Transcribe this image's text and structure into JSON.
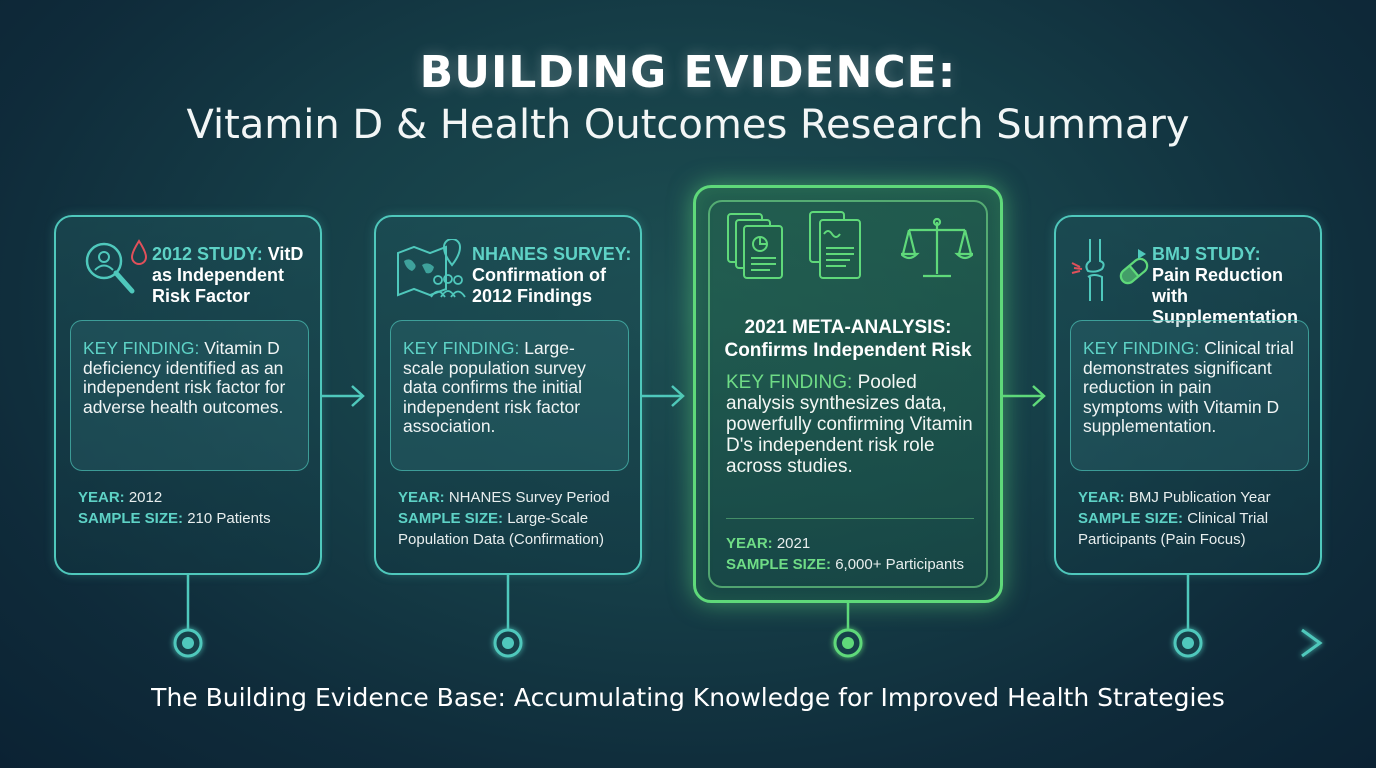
{
  "title": {
    "main": "BUILDING EVIDENCE:",
    "sub": "Vitamin D & Health Outcomes Research Summary"
  },
  "cards": [
    {
      "head_accent": "2012 STUDY:",
      "head_accent2": "VitD",
      "head_rest": "as Independent Risk Factor",
      "finding_label": "KEY FINDING:",
      "finding_text": "Vitamin D deficiency identified as an independent risk factor for adverse health outcomes.",
      "year_label": "YEAR:",
      "year": "2012",
      "sample_label": "SAMPLE SIZE:",
      "sample": "210 Patients"
    },
    {
      "head_accent": "NHANES SURVEY:",
      "head_rest": "Confirmation of 2012 Findings",
      "finding_label": "KEY FINDING:",
      "finding_text": "Large-scale population survey data confirms the initial independent risk factor association.",
      "year_label": "YEAR:",
      "year": "NHANES Survey Period",
      "sample_label": "SAMPLE SIZE:",
      "sample": "Large-Scale Population Data (Confirmation)"
    },
    {
      "head_line1": "2021 META-ANALYSIS:",
      "head_line2": "Confirms Independent Risk",
      "finding_label": "KEY FINDING:",
      "finding_text": "Pooled analysis synthesizes data, powerfully confirming Vitamin D's independent risk role across studies.",
      "year_label": "YEAR:",
      "year": "2021",
      "sample_label": "SAMPLE SIZE:",
      "sample": "6,000+ Participants"
    },
    {
      "head_accent": "BMJ STUDY:",
      "head_rest": "Pain Reduction with Supplementation",
      "finding_label": "KEY FINDING:",
      "finding_text": "Clinical trial demonstrates significant reduction in pain symptoms with Vitamin D supplementation.",
      "year_label": "YEAR:",
      "year": "BMJ Publication Year",
      "sample_label": "SAMPLE SIZE:",
      "sample": "Clinical Trial Participants (Pain Focus)"
    }
  ],
  "footer": "The Building Evidence Base: Accumulating Knowledge for Improved Health Strategies",
  "colors": {
    "teal": "#4fc8bc",
    "teal_text": "#5ed2c6",
    "green": "#5fd97a",
    "background": "#163f48"
  },
  "icons": [
    "magnifier-person-icon",
    "blood-drop-icon",
    "map-pin-icon",
    "people-group-icon",
    "documents-icon",
    "scales-icon",
    "knee-joint-icon",
    "pill-icon"
  ]
}
